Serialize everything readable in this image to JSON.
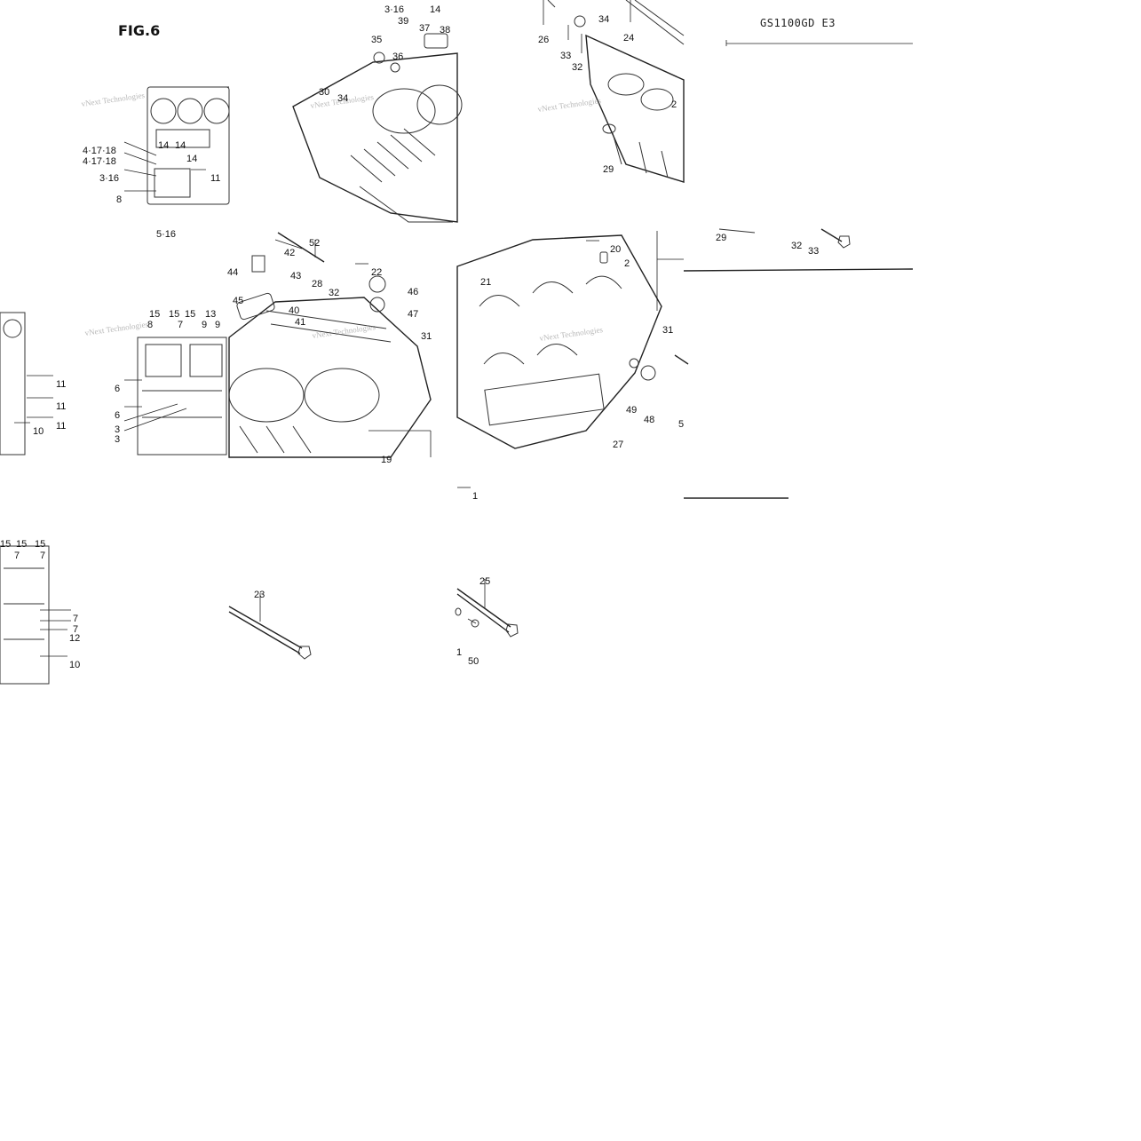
{
  "figure": {
    "title": "FIG.6",
    "model_code": "GS1100GD E3",
    "watermark": "vNext Technologies"
  },
  "callouts": [
    {
      "id": "c-3-16-top",
      "text": "3·16"
    },
    {
      "id": "c-14-top",
      "text": "14"
    },
    {
      "id": "c-39",
      "text": "39"
    },
    {
      "id": "c-37",
      "text": "37"
    },
    {
      "id": "c-38",
      "text": "38"
    },
    {
      "id": "c-35",
      "text": "35"
    },
    {
      "id": "c-36",
      "text": "36"
    },
    {
      "id": "c-30",
      "text": "30"
    },
    {
      "id": "c-34-left",
      "text": "34"
    },
    {
      "id": "c-26",
      "text": "26"
    },
    {
      "id": "c-34-right",
      "text": "34"
    },
    {
      "id": "c-24",
      "text": "24"
    },
    {
      "id": "c-33-top",
      "text": "33"
    },
    {
      "id": "c-32-top",
      "text": "32"
    },
    {
      "id": "c-2-top",
      "text": "2"
    },
    {
      "id": "c-29-top",
      "text": "29"
    },
    {
      "id": "c-4-17-18-a",
      "text": "4·17·18"
    },
    {
      "id": "c-4-17-18-b",
      "text": "4·17·18"
    },
    {
      "id": "c-14-a",
      "text": "14"
    },
    {
      "id": "c-14-b",
      "text": "14"
    },
    {
      "id": "c-14-c",
      "text": "14"
    },
    {
      "id": "c-3-16",
      "text": "3·16"
    },
    {
      "id": "c-11-a",
      "text": "11"
    },
    {
      "id": "c-8-a",
      "text": "8"
    },
    {
      "id": "c-5-16",
      "text": "5·16"
    },
    {
      "id": "c-29-right",
      "text": "29"
    },
    {
      "id": "c-32-right",
      "text": "32"
    },
    {
      "id": "c-33-right",
      "text": "33"
    },
    {
      "id": "c-42",
      "text": "42"
    },
    {
      "id": "c-52",
      "text": "52"
    },
    {
      "id": "c-44",
      "text": "44"
    },
    {
      "id": "c-43",
      "text": "43"
    },
    {
      "id": "c-22",
      "text": "22"
    },
    {
      "id": "c-28",
      "text": "28"
    },
    {
      "id": "c-46",
      "text": "46"
    },
    {
      "id": "c-32-mid",
      "text": "32"
    },
    {
      "id": "c-45",
      "text": "45"
    },
    {
      "id": "c-40",
      "text": "40"
    },
    {
      "id": "c-47",
      "text": "47"
    },
    {
      "id": "c-41",
      "text": "41"
    },
    {
      "id": "c-20",
      "text": "20"
    },
    {
      "id": "c-2-mid",
      "text": "2"
    },
    {
      "id": "c-21",
      "text": "21"
    },
    {
      "id": "c-15-a",
      "text": "15"
    },
    {
      "id": "c-15-b",
      "text": "15"
    },
    {
      "id": "c-15-c",
      "text": "15"
    },
    {
      "id": "c-13",
      "text": "13"
    },
    {
      "id": "c-8-b",
      "text": "8"
    },
    {
      "id": "c-7-a",
      "text": "7"
    },
    {
      "id": "c-9-a",
      "text": "9"
    },
    {
      "id": "c-9-b",
      "text": "9"
    },
    {
      "id": "c-31-left",
      "text": "31"
    },
    {
      "id": "c-31-right",
      "text": "31"
    },
    {
      "id": "c-11-b",
      "text": "11"
    },
    {
      "id": "c-11-c",
      "text": "11"
    },
    {
      "id": "c-11-d",
      "text": "11"
    },
    {
      "id": "c-10-a",
      "text": "10"
    },
    {
      "id": "c-6-a",
      "text": "6"
    },
    {
      "id": "c-6-b",
      "text": "6"
    },
    {
      "id": "c-3-a",
      "text": "3"
    },
    {
      "id": "c-3-b",
      "text": "3"
    },
    {
      "id": "c-49",
      "text": "49"
    },
    {
      "id": "c-48",
      "text": "48"
    },
    {
      "id": "c-5",
      "text": "5"
    },
    {
      "id": "c-27",
      "text": "27"
    },
    {
      "id": "c-19",
      "text": "19"
    },
    {
      "id": "c-1",
      "text": "1"
    },
    {
      "id": "c-15-d",
      "text": "15"
    },
    {
      "id": "c-15-e",
      "text": "15"
    },
    {
      "id": "c-15-f",
      "text": "15"
    },
    {
      "id": "c-7-b",
      "text": "7"
    },
    {
      "id": "c-7-c",
      "text": "7"
    },
    {
      "id": "c-7-d",
      "text": "7"
    },
    {
      "id": "c-7-e",
      "text": "7"
    },
    {
      "id": "c-12",
      "text": "12"
    },
    {
      "id": "c-10-b",
      "text": "10"
    },
    {
      "id": "c-23",
      "text": "23"
    },
    {
      "id": "c-25",
      "text": "25"
    },
    {
      "id": "c-1-b",
      "text": "1"
    },
    {
      "id": "c-50",
      "text": "50"
    }
  ]
}
